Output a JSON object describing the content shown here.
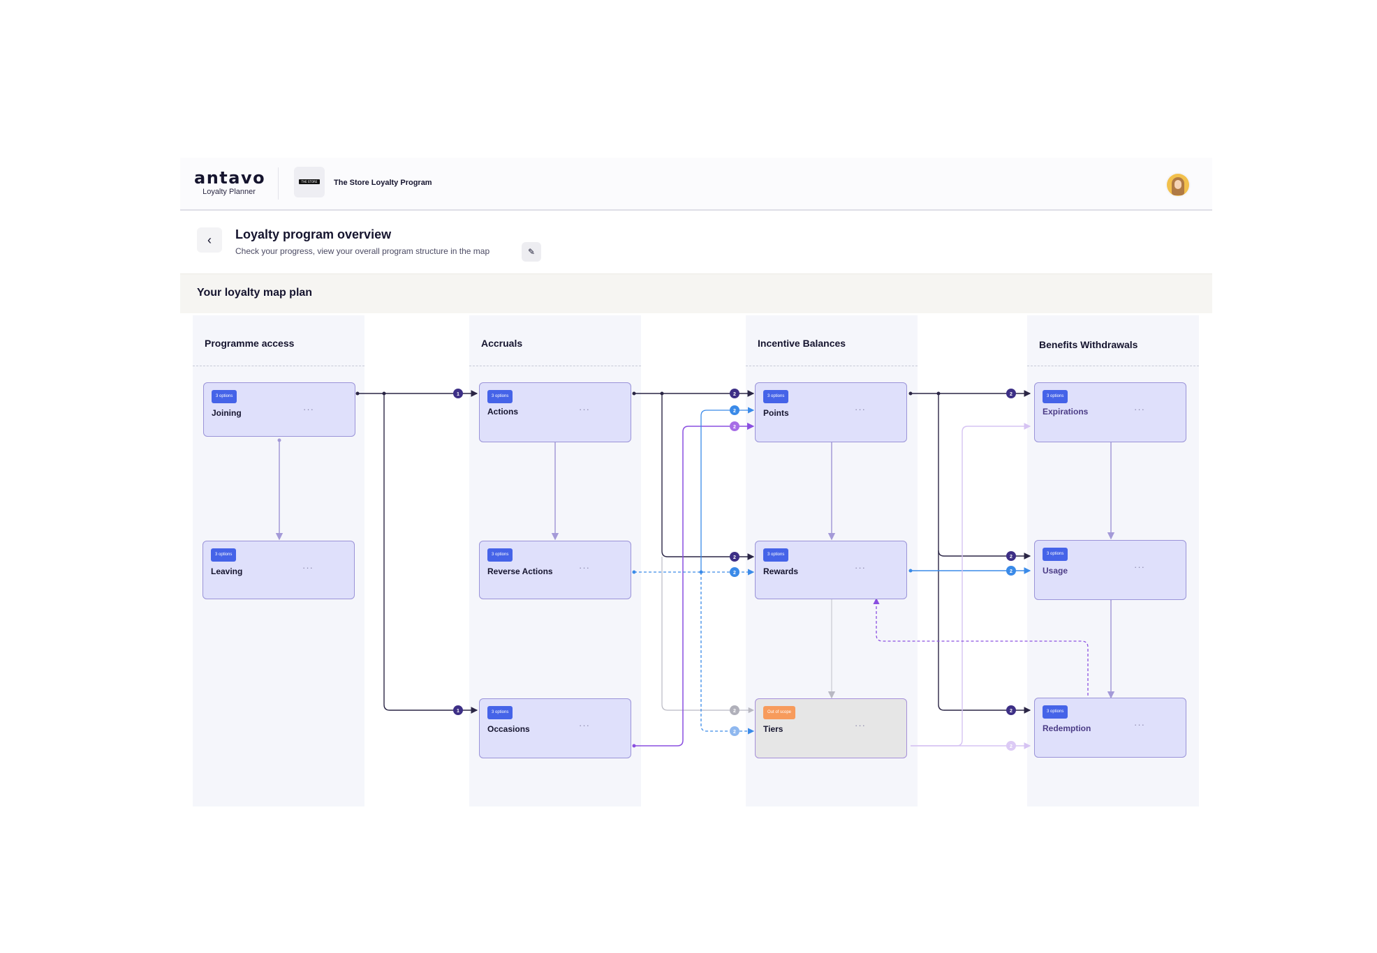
{
  "brand": {
    "logo": "antavo",
    "subtitle": "Loyalty Planner"
  },
  "program": {
    "logo_text": "THE STORE",
    "name": "The Store Loyalty Program"
  },
  "header": {
    "title": "Loyalty program overview",
    "subtitle": "Check your progress, view your overall program structure in the map"
  },
  "icons": {
    "back": "chevron-left-icon",
    "edit": "pencil-icon",
    "more": "ellipsis-icon"
  },
  "plan": {
    "title": "Your loyalty map plan"
  },
  "columns": [
    {
      "title": "Programme access"
    },
    {
      "title": "Accruals"
    },
    {
      "title": "Incentive Balances"
    },
    {
      "title": "Benefits Withdrawals"
    }
  ],
  "cards": {
    "joining": {
      "badge": "3 options",
      "title": "Joining",
      "more": "···"
    },
    "leaving": {
      "badge": "3 options",
      "title": "Leaving",
      "more": "···"
    },
    "actions": {
      "badge": "3 options",
      "title": "Actions",
      "more": "···"
    },
    "reverse_actions": {
      "badge": "3 options",
      "title": "Reverse Actions",
      "more": "···"
    },
    "occasions": {
      "badge": "3 options",
      "title": "Occasions",
      "more": "···"
    },
    "points": {
      "badge": "3 options",
      "title": "Points",
      "more": "···"
    },
    "rewards": {
      "badge": "3 options",
      "title": "Rewards",
      "more": "···"
    },
    "tiers": {
      "badge": "Out of scope",
      "title": "Tiers",
      "more": "···"
    },
    "expirations": {
      "badge": "3 options",
      "title": "Expirations",
      "more": "···"
    },
    "usage": {
      "badge": "3 options",
      "title": "Usage",
      "more": "···"
    },
    "redemption": {
      "badge": "3 options",
      "title": "Redemption",
      "more": "···"
    }
  },
  "connector_counts": {
    "to_actions": "1",
    "to_occasions": "1",
    "to_points_dark": "2",
    "to_points_blue": "2",
    "to_points_purple": "2",
    "to_rewards_dark": "2",
    "to_rewards_blue": "2",
    "to_tiers_gray": "2",
    "to_tiers_blue": "2",
    "to_expirations": "2",
    "to_usage_dark": "2",
    "to_usage_blue": "2",
    "to_redemption": "2",
    "to_redemption_light": "2"
  },
  "colors": {
    "dark": "#2a2545",
    "purple": "#8a4fe0",
    "blue": "#3a8ae8",
    "lavender": "#a49ad8",
    "gray": "#b9b9c3",
    "accent": "#4563e8",
    "out_of_scope": "#f79b5c"
  }
}
